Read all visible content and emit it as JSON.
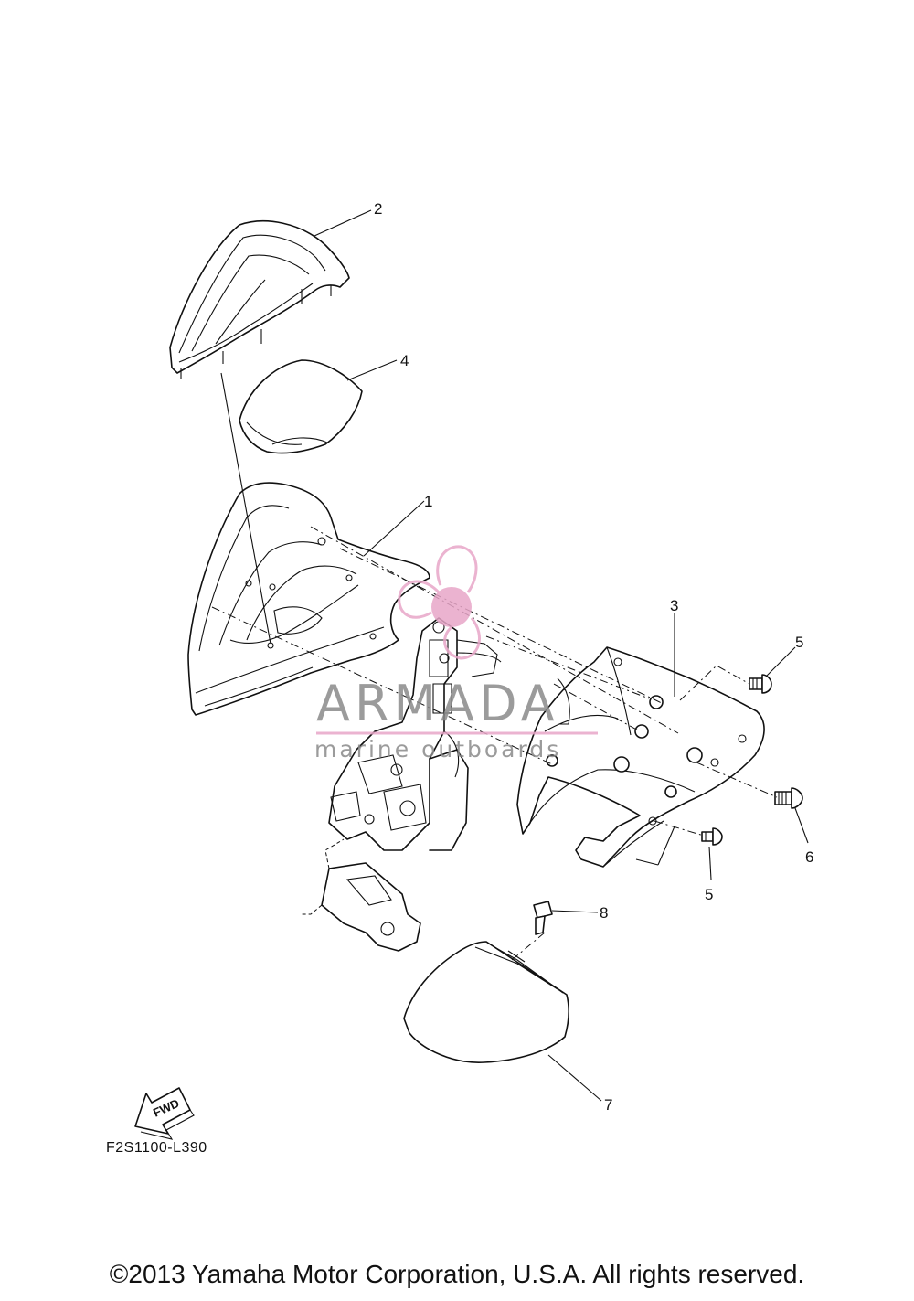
{
  "callouts": {
    "c1": "1",
    "c2": "2",
    "c3": "3",
    "c4": "4",
    "c5a": "5",
    "c5b": "5",
    "c6": "6",
    "c7": "7",
    "c8": "8"
  },
  "fwd_label": "FWD",
  "diagram_code": "F2S1100-L390",
  "watermark": {
    "brand": "ARMADA",
    "tagline": "marine outboards",
    "accent_color": "#e8a6c8",
    "text_color": "#8a8a8a"
  },
  "copyright": "©2013 Yamaha Motor Corporation, U.S.A. All rights reserved."
}
